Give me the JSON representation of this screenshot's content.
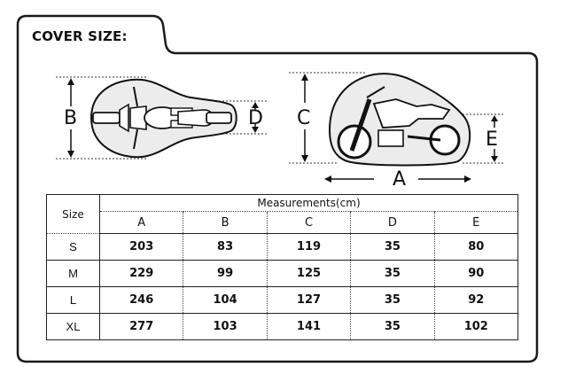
{
  "title": "COVER SIZE:",
  "dimension_labels": [
    "A",
    "B",
    "C",
    "D",
    "E"
  ],
  "table": {
    "size_header": "Size",
    "measurements_header": "Measurements(cm)",
    "columns": [
      "A",
      "B",
      "C",
      "D",
      "E"
    ],
    "rows": [
      {
        "size": "S",
        "values": [
          "203",
          "83",
          "119",
          "35",
          "80"
        ]
      },
      {
        "size": "M",
        "values": [
          "229",
          "99",
          "125",
          "35",
          "90"
        ]
      },
      {
        "size": "L",
        "values": [
          "246",
          "104",
          "127",
          "35",
          "92"
        ]
      },
      {
        "size": "XL",
        "values": [
          "277",
          "103",
          "141",
          "35",
          "102"
        ]
      }
    ]
  }
}
